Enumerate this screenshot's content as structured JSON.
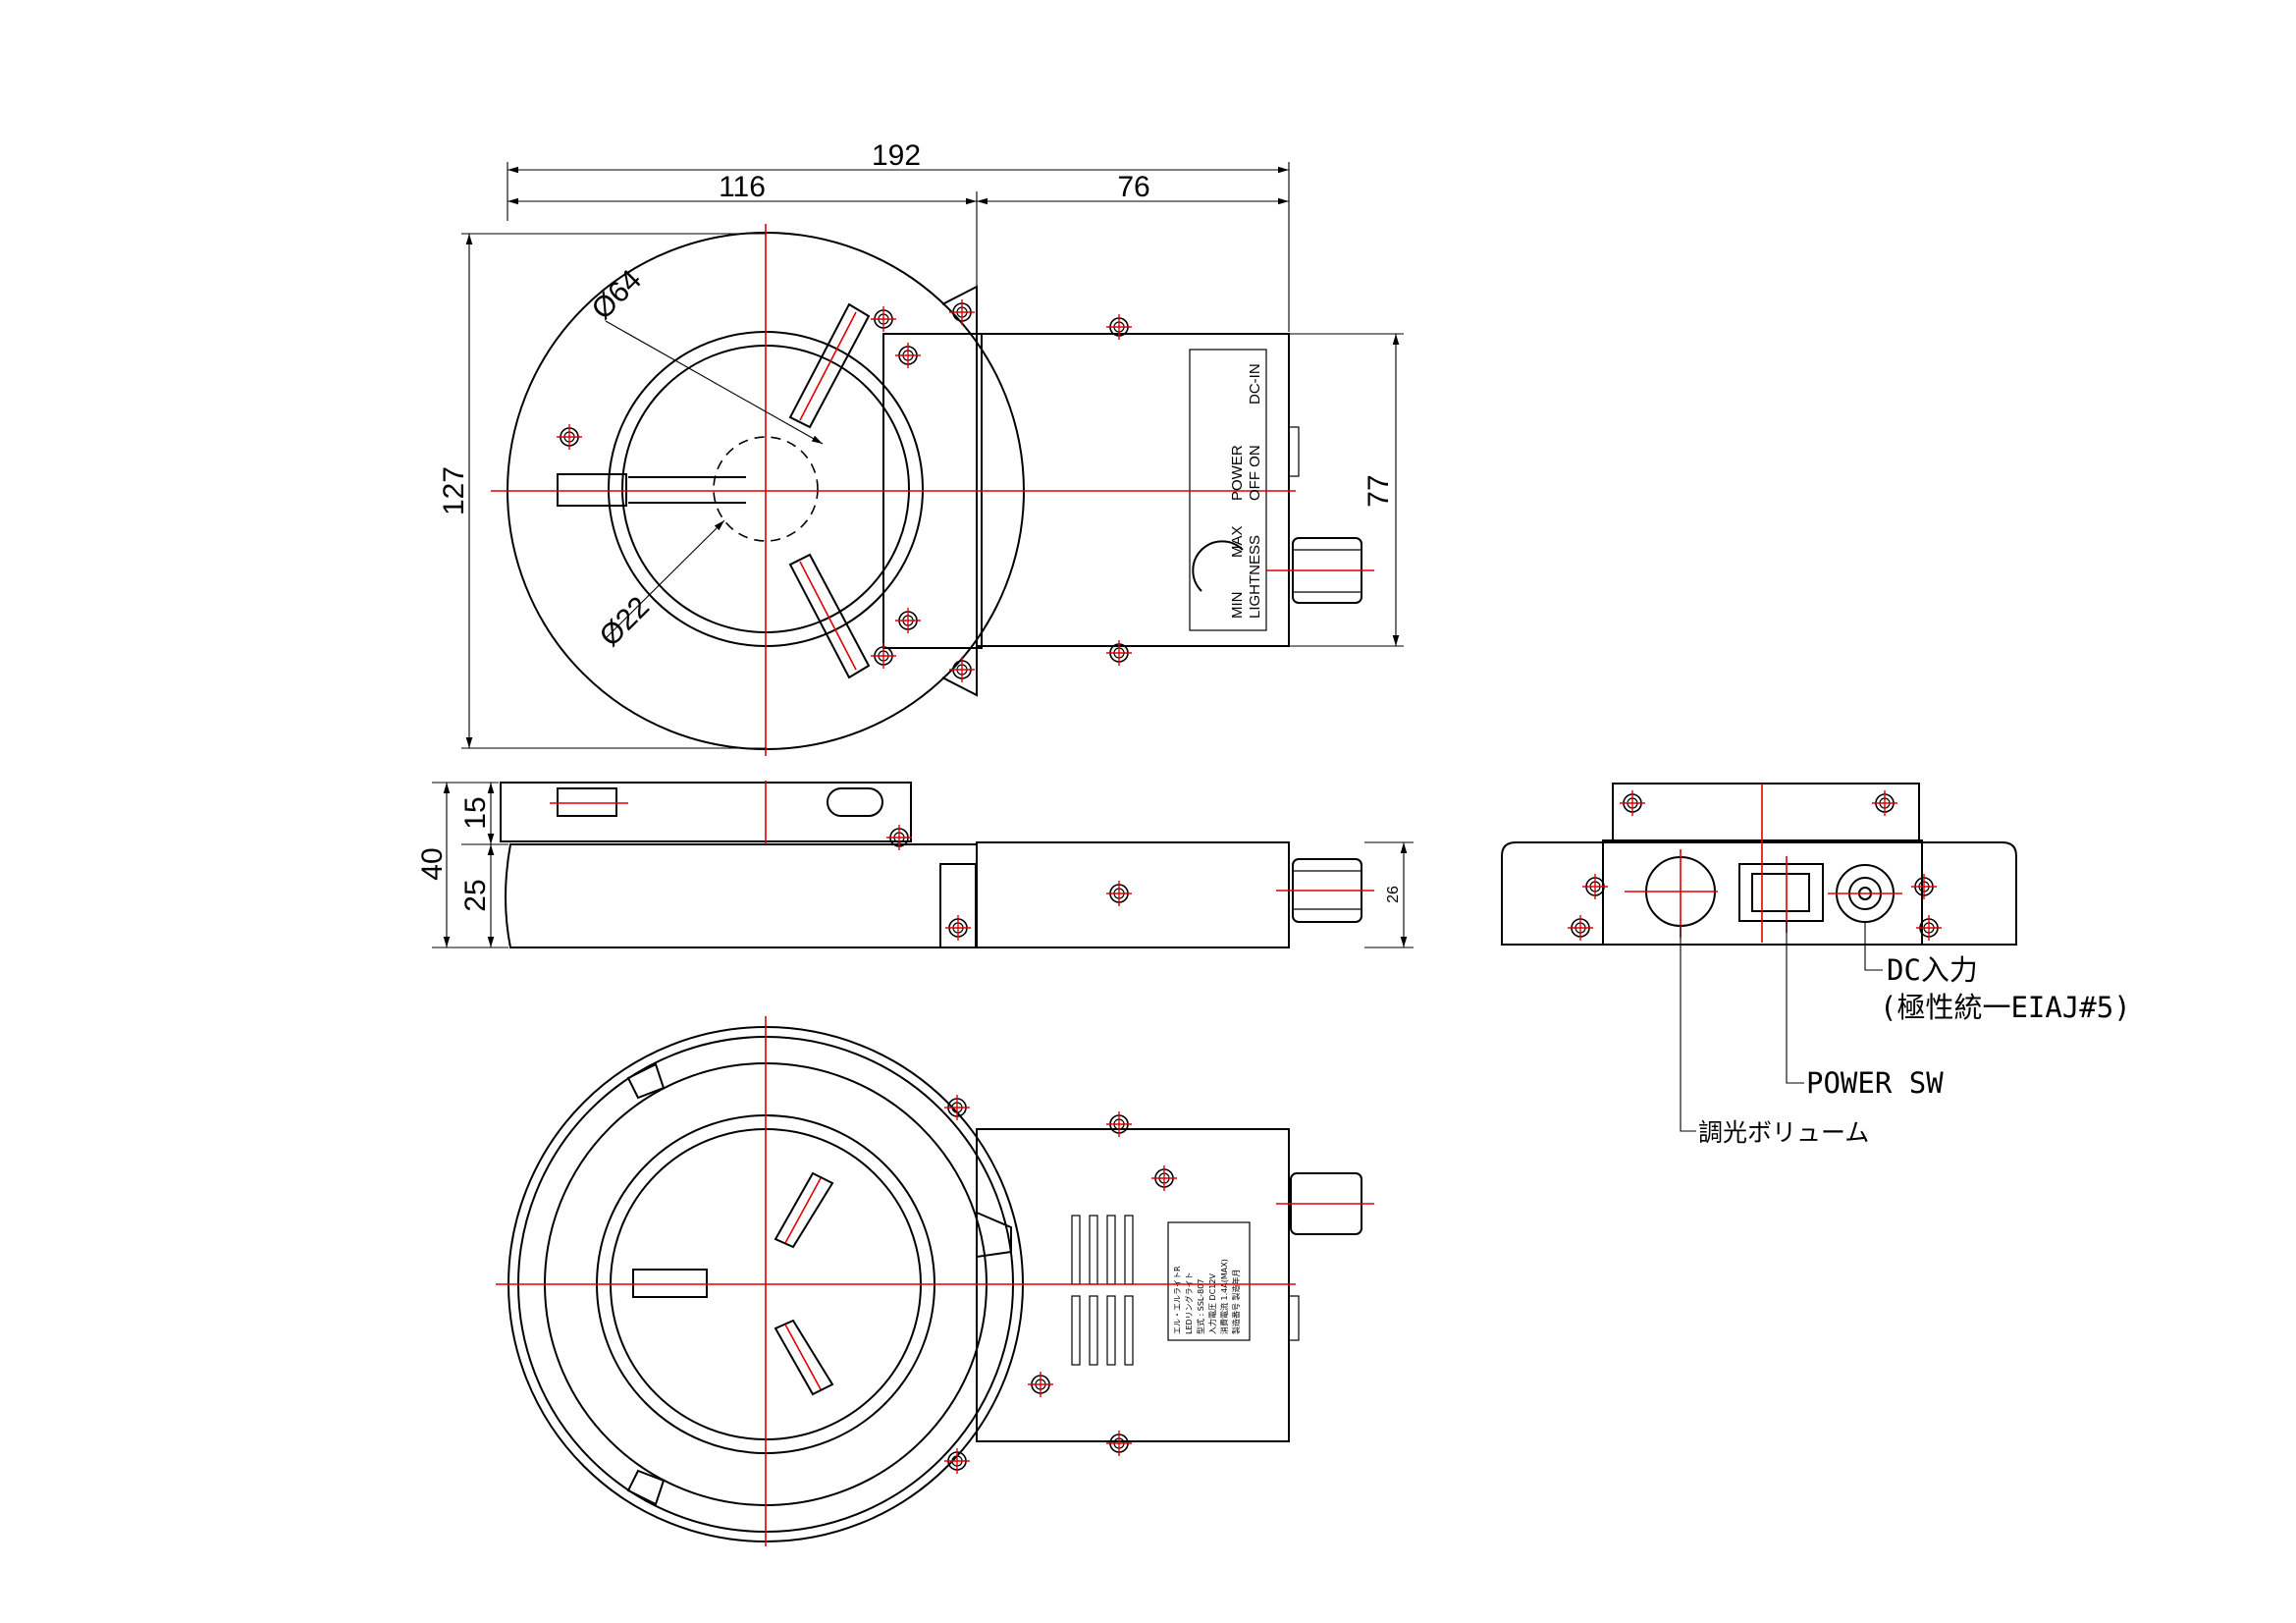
{
  "dimensions": {
    "overall_width": "192",
    "ring_width": "116",
    "box_width": "76",
    "overall_height": "127",
    "box_height": "77",
    "outer_diameter": "Ø64",
    "inner_diameter": "Ø22",
    "total_thickness": "40",
    "ring_thickness": "15",
    "base_thickness": "25",
    "box_thickness": "26"
  },
  "panel": {
    "dc_in": "DC-IN",
    "power": "POWER",
    "off_on": "OFF  ON",
    "max": "MAX",
    "min": "MIN",
    "lightness": "LIGHTNESS"
  },
  "callouts": {
    "dc_input": "DC入力",
    "polarity": "(極性統一EIAJ#5)",
    "power_sw": "POWER SW",
    "dimmer": "調光ボリューム"
  },
  "nameplate": {
    "line1": "エル・エルライトR",
    "line2": "LEDリングライト",
    "line3": "型式 : SSL-807",
    "line4": "入力電圧 DC12V",
    "line5": "消費電流 1.4A(MAX)",
    "line6": "製造番号   製造年月"
  },
  "colors": {
    "centerline": "#e00000",
    "outline": "#000000",
    "background": "#ffffff"
  }
}
